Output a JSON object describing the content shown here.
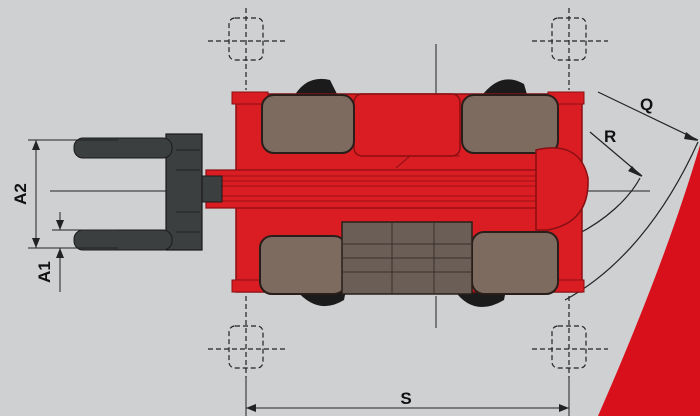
{
  "colors": {
    "background": "#cfd0d2",
    "body_red": "#d91d22",
    "dark_red": "#9e1116",
    "tire_brown": "#7e6b60",
    "tire_outline": "#2a1e1a",
    "cab_grey": "#6b5e56",
    "fork_grey": "#3c3f40",
    "accent_red": "#d8101c"
  },
  "labels": {
    "a1": "A1",
    "a2": "A2",
    "s": "S",
    "r": "R",
    "q": "Q"
  }
}
